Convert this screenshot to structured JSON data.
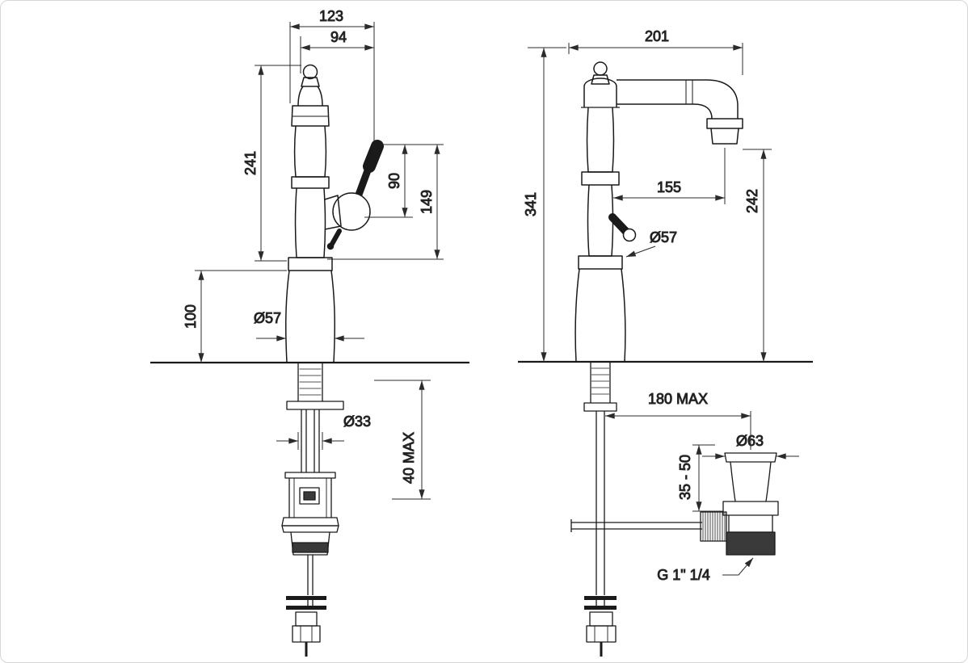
{
  "page": {
    "background": "#ffffff",
    "line_color": "#1a1a1a",
    "description": "Basin mixer tap technical dimension drawing, front and side views"
  },
  "front_view": {
    "dims": {
      "overall_width": "123",
      "spout_width": "94",
      "body_height": "241",
      "handle_height": "90",
      "handle_overall": "149",
      "base_height": "100",
      "base_diameter": "Ø57",
      "shank_diameter": "Ø33",
      "deck_max": "40 MAX"
    }
  },
  "side_view": {
    "dims": {
      "overall_reach": "201",
      "overall_height": "341",
      "spout_reach": "155",
      "spout_height": "242",
      "body_diameter": "Ø57",
      "drain_offset_max": "180 MAX",
      "waste_diameter": "Ø63",
      "deck_thickness_range": "35 - 50",
      "waste_thread": "G 1\" 1/4"
    }
  }
}
